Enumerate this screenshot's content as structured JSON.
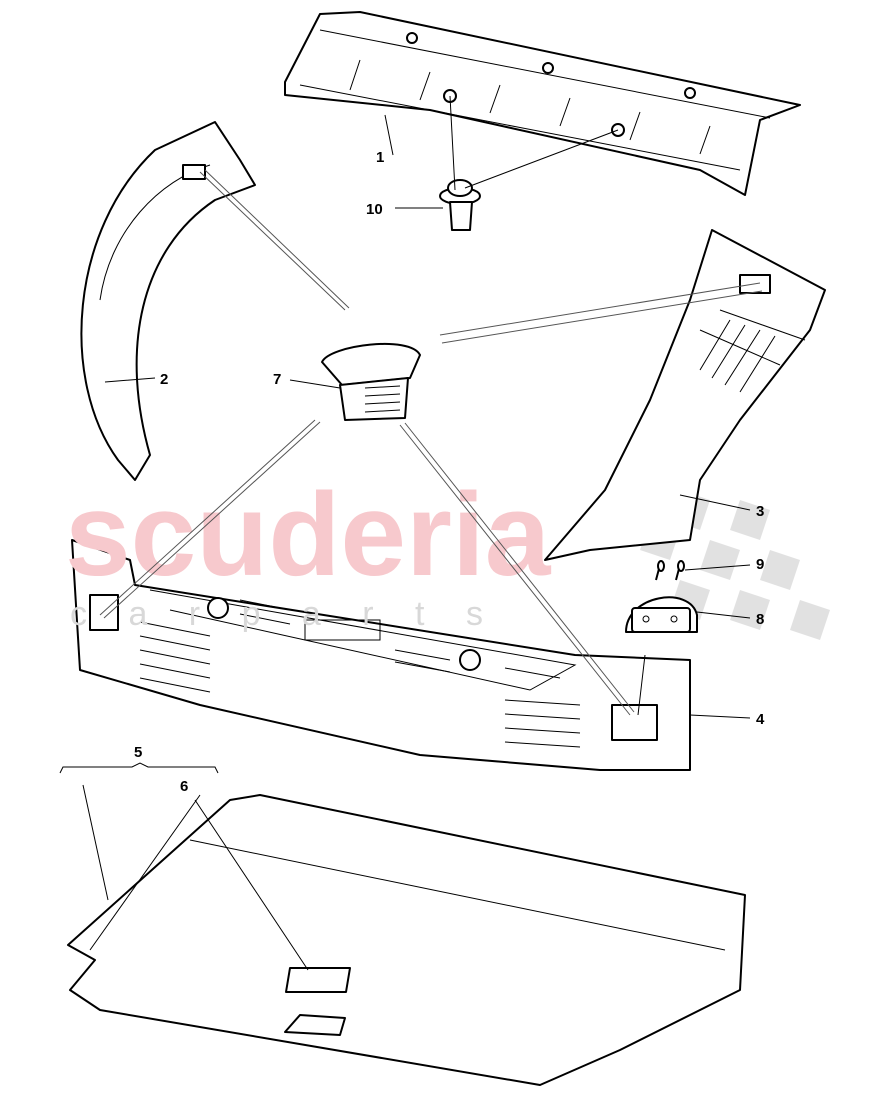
{
  "watermark": {
    "brand": "scuderia",
    "tagline": "c a r p a r t s",
    "brand_color": "#f7c9cd",
    "checker_color": "#d9d9d9"
  },
  "callouts": [
    {
      "id": "1",
      "label": "1"
    },
    {
      "id": "2",
      "label": "2"
    },
    {
      "id": "3",
      "label": "3"
    },
    {
      "id": "4",
      "label": "4"
    },
    {
      "id": "5",
      "label": "5"
    },
    {
      "id": "6",
      "label": "6"
    },
    {
      "id": "7",
      "label": "7"
    },
    {
      "id": "8",
      "label": "8"
    },
    {
      "id": "9",
      "label": "9"
    },
    {
      "id": "10",
      "label": "10"
    }
  ]
}
